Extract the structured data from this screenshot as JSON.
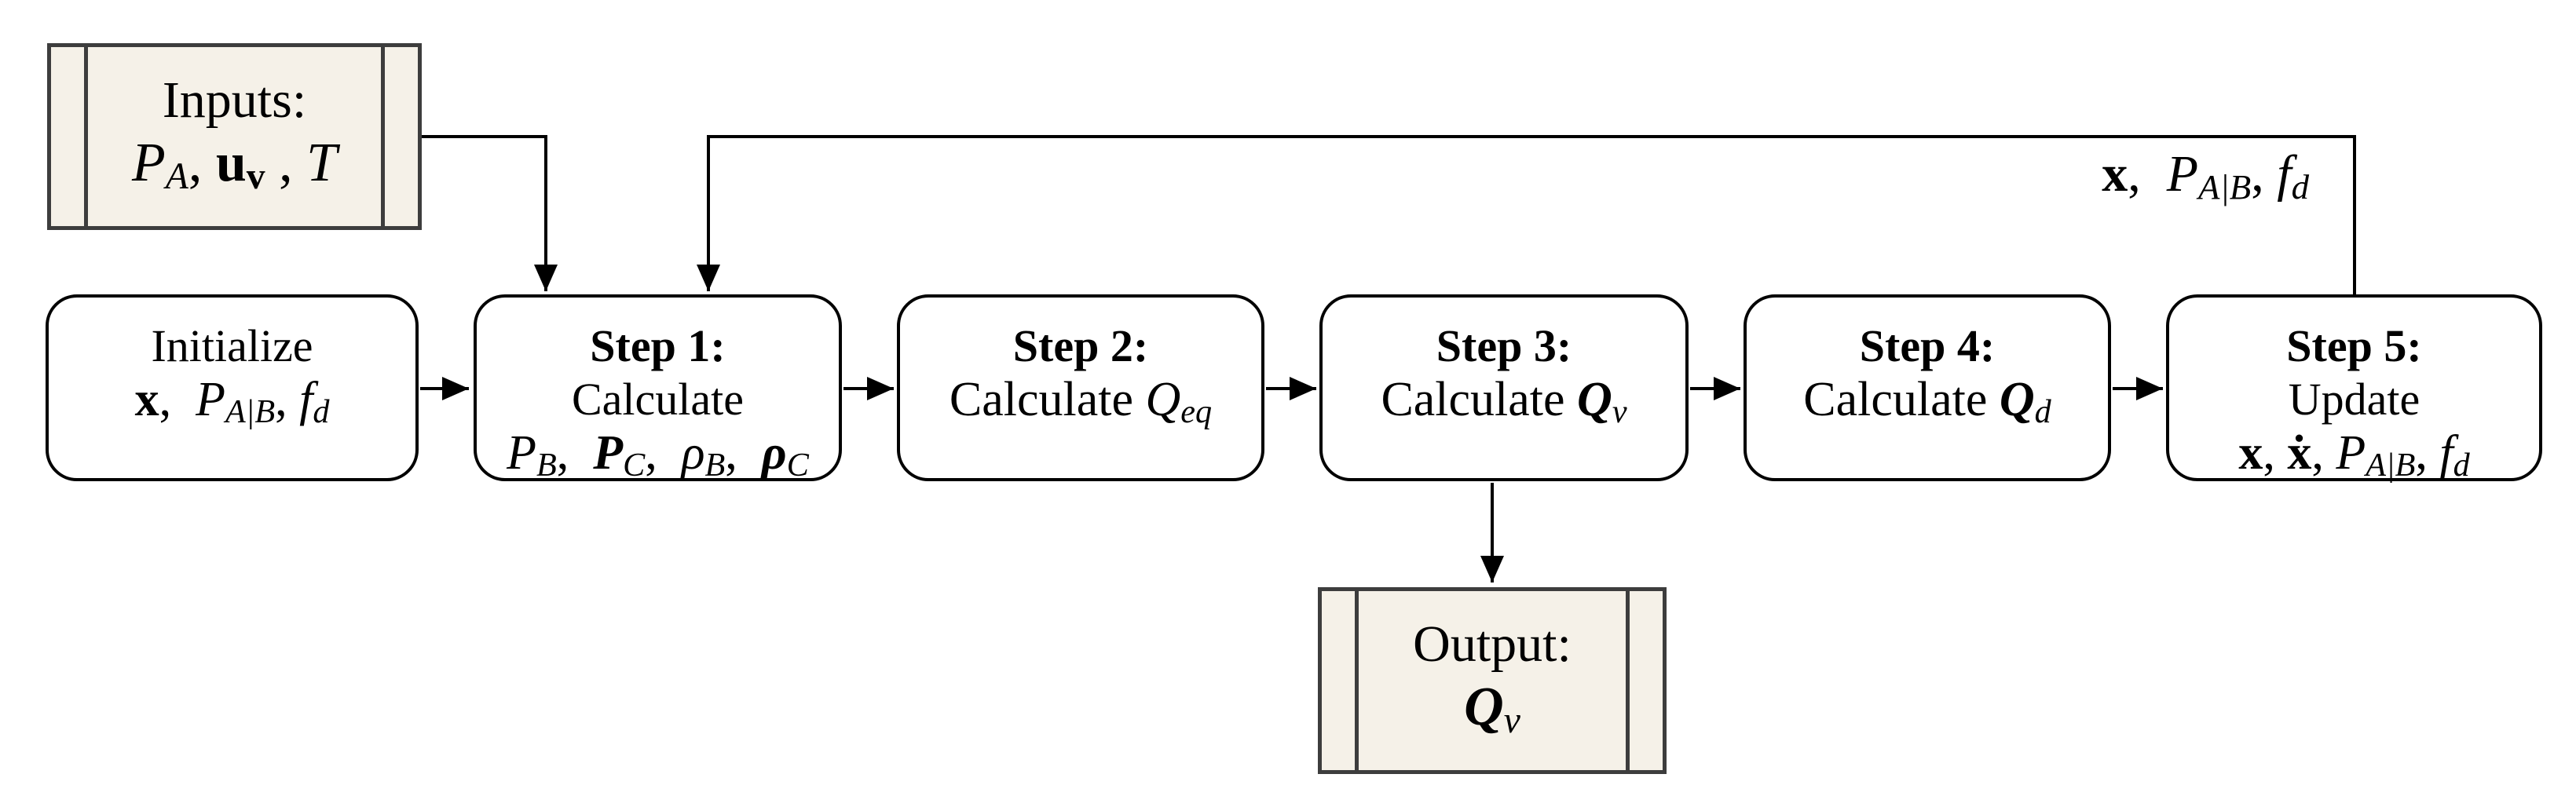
{
  "figure": {
    "type": "flowchart",
    "background": "#FFFFFF",
    "colors": {
      "io_fill": "#F5F1E8",
      "io_border": "#3D3D3D",
      "step_fill": "#FFFFFF",
      "step_border": "#000000",
      "connector": "#000000",
      "text": "#000000"
    }
  },
  "nodes": {
    "inputs": {
      "lines": [
        [
          {
            "t": "Inputs:"
          }
        ],
        [
          {
            "t": "P",
            "f": "i"
          },
          {
            "t": "A",
            "f": "i",
            "sub": true
          },
          {
            "t": ", "
          },
          {
            "t": "u",
            "f": "b"
          },
          {
            "t": "v",
            "f": "b",
            "sub": true
          },
          {
            "t": " , "
          },
          {
            "t": "T",
            "f": "i"
          }
        ]
      ]
    },
    "initialize": {
      "lines": [
        [
          {
            "t": "Initialize"
          }
        ],
        [
          {
            "t": "x",
            "f": "b"
          },
          {
            "t": ",  "
          },
          {
            "t": "P",
            "f": "i"
          },
          {
            "t": "A|B",
            "f": "i",
            "sub": true
          },
          {
            "t": ", "
          },
          {
            "t": "f",
            "f": "i"
          },
          {
            "t": "d",
            "f": "i",
            "sub": true
          }
        ]
      ]
    },
    "step1": {
      "lines": [
        [
          {
            "t": "Step 1:",
            "f": "b"
          }
        ],
        [
          {
            "t": "Calculate"
          }
        ],
        [
          {
            "t": "P",
            "f": "i"
          },
          {
            "t": "B",
            "f": "i",
            "sub": true
          },
          {
            "t": ",  "
          },
          {
            "t": "P",
            "f": "bi"
          },
          {
            "t": "C",
            "f": "i",
            "sub": true
          },
          {
            "t": ",  "
          },
          {
            "t": "ρ",
            "f": "i"
          },
          {
            "t": "B",
            "f": "i",
            "sub": true
          },
          {
            "t": ",  "
          },
          {
            "t": "ρ",
            "f": "bi"
          },
          {
            "t": "C",
            "f": "i",
            "sub": true
          }
        ]
      ]
    },
    "step2": {
      "lines": [
        [
          {
            "t": "Step 2:",
            "f": "b"
          }
        ],
        [
          {
            "t": "Calculate "
          },
          {
            "t": "Q",
            "f": "i"
          },
          {
            "t": "eq",
            "f": "i",
            "sub": true
          }
        ]
      ]
    },
    "step3": {
      "lines": [
        [
          {
            "t": "Step 3:",
            "f": "b"
          }
        ],
        [
          {
            "t": "Calculate "
          },
          {
            "t": "Q",
            "f": "bi"
          },
          {
            "t": "v",
            "f": "i",
            "sub": true
          }
        ]
      ]
    },
    "step4": {
      "lines": [
        [
          {
            "t": "Step 4:",
            "f": "b"
          }
        ],
        [
          {
            "t": "Calculate "
          },
          {
            "t": "Q",
            "f": "bi"
          },
          {
            "t": "d",
            "f": "i",
            "sub": true
          }
        ]
      ]
    },
    "step5": {
      "lines": [
        [
          {
            "t": "Step 5:",
            "f": "b"
          }
        ],
        [
          {
            "t": "Update"
          }
        ],
        [
          {
            "t": "x",
            "f": "b"
          },
          {
            "t": ", "
          },
          {
            "t": "ẋ",
            "f": "b"
          },
          {
            "t": ", "
          },
          {
            "t": "P",
            "f": "i"
          },
          {
            "t": "A|B",
            "f": "i",
            "sub": true
          },
          {
            "t": ", "
          },
          {
            "t": "f",
            "f": "i"
          },
          {
            "t": "d",
            "f": "i",
            "sub": true
          }
        ]
      ]
    },
    "output": {
      "lines": [
        [
          {
            "t": "Output:"
          }
        ],
        [
          {
            "t": "Q",
            "f": "bi"
          },
          {
            "t": "v",
            "f": "i",
            "sub": true
          }
        ]
      ]
    }
  },
  "edges": {
    "feedback_label": [
      {
        "t": "x",
        "f": "b"
      },
      {
        "t": ",  "
      },
      {
        "t": "P",
        "f": "i"
      },
      {
        "t": "A|B",
        "f": "i",
        "sub": true
      },
      {
        "t": ", "
      },
      {
        "t": "f",
        "f": "i"
      },
      {
        "t": "d",
        "f": "i",
        "sub": true
      }
    ]
  }
}
